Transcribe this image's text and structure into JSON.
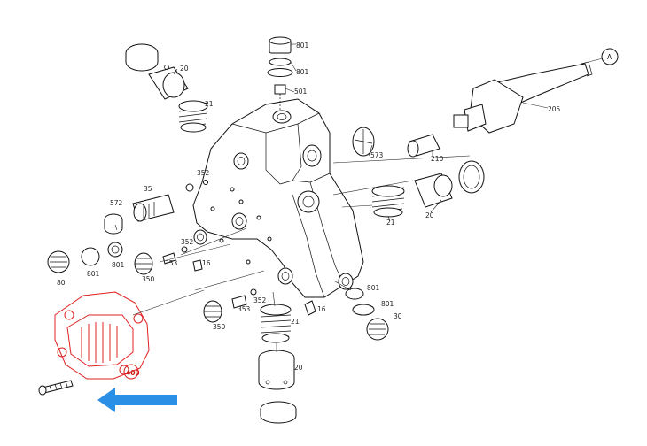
{
  "diagram": {
    "labels": {
      "l20_top": "20",
      "l21_top": "21",
      "l801_a": "801",
      "l801_b": "801",
      "l501": "501",
      "l205": "205",
      "lA": "A",
      "l573": "573",
      "l210": "210",
      "l21_right": "21",
      "l20_right": "20",
      "l352_a": "352",
      "l35": "35",
      "l572": "572",
      "l801_left": "801",
      "l80_left": "80",
      "l801_c": "801",
      "l350_a": "350",
      "l353_a": "353",
      "l16_a": "16",
      "l352_b": "352",
      "l352_c": "352",
      "l353_b": "353",
      "l350_b": "350",
      "l21_bottom": "21",
      "l16_b": "16",
      "l20_bottom": "20",
      "l801_d": "801",
      "l801_e": "801",
      "l30_right": "30",
      "l400": "400"
    },
    "colors": {
      "highlight_red": "#e02020",
      "arrow_blue": "#2b8fe6"
    },
    "arrow_icon": "arrow-left-icon"
  }
}
